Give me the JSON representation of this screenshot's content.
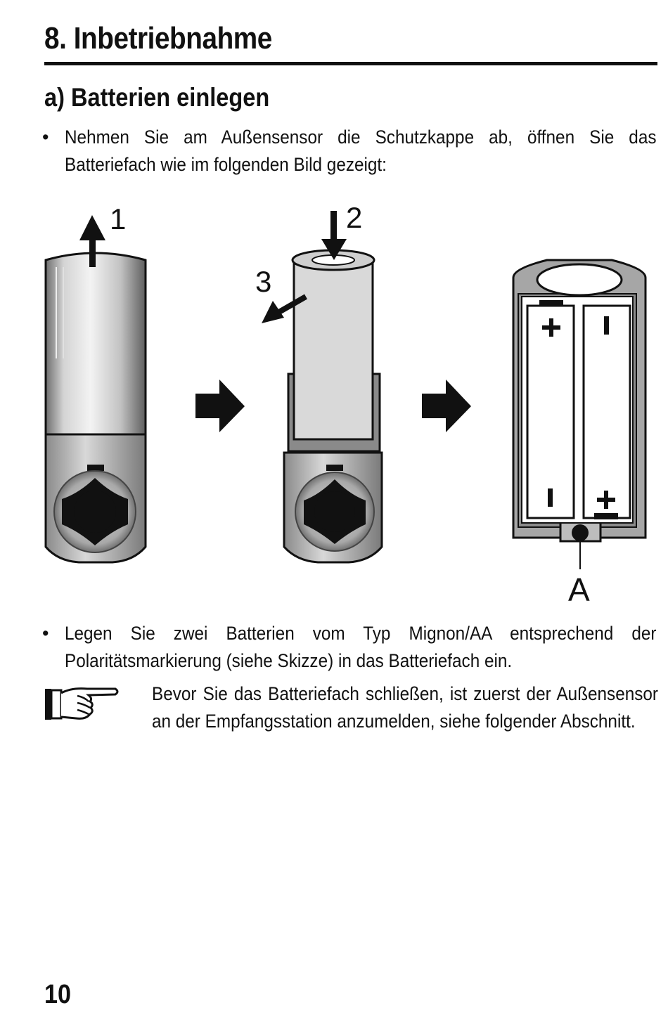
{
  "page": {
    "title": "8. Inbetriebnahme",
    "section_heading": "a) Batterien einlegen",
    "bullet_1": "Nehmen Sie am Außensensor die Schutzkappe ab, öffnen Sie das Batteriefach wie im folgenden Bild gezeigt:",
    "bullet_2": "Legen Sie zwei Batterien vom Typ Mignon/AA entsprechend der Polaritätsmarkierung (siehe Skizze) in das Batteriefach ein.",
    "note": "Bevor Sie das Batteriefach schließen, ist zuerst der Außensensor an der Empfangsstation anzumelden, siehe folgender Abschnitt.",
    "bullet_symbol": "•",
    "page_number": "10"
  },
  "figure": {
    "step_1": "1",
    "step_2": "2",
    "step_3": "3",
    "label_a": "A",
    "plus_sign": "+",
    "minus_sign": "–"
  }
}
